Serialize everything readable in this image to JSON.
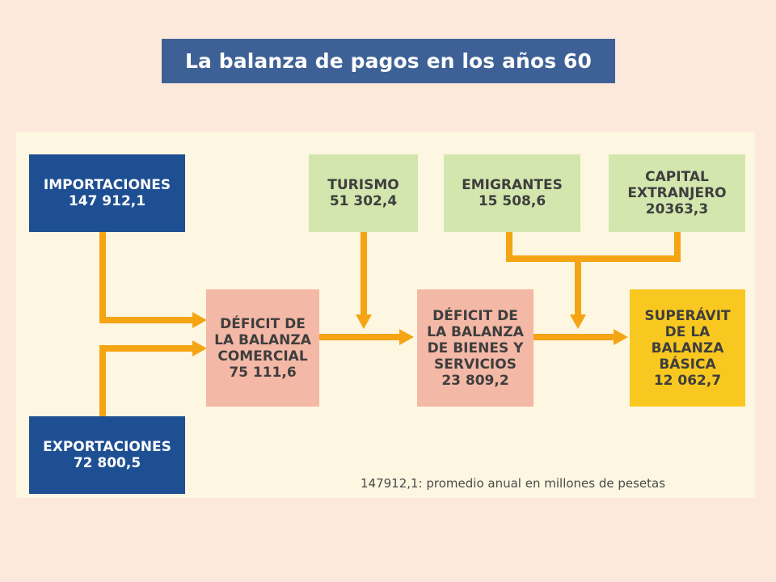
{
  "title": "La balanza de pagos en los años 60",
  "nodes": {
    "importaciones": {
      "label": "IMPORTACIONES",
      "value": "147 912,1"
    },
    "exportaciones": {
      "label": "EXPORTACIONES",
      "value": "72 800,5"
    },
    "turismo": {
      "label": "TURISMO",
      "value": "51 302,4"
    },
    "emigrantes": {
      "label": "EMIGRANTES",
      "value": "15 508,6"
    },
    "capital": {
      "line1": "CAPITAL",
      "line2": "EXTRANJERO",
      "value": "20363,3"
    },
    "deficit_comercial": {
      "line1": "DÉFICIT DE",
      "line2": "LA BALANZA",
      "line3": "COMERCIAL",
      "value": "75 111,6"
    },
    "deficit_bienes": {
      "line1": "DÉFICIT DE",
      "line2": "LA BALANZA",
      "line3": "DE BIENES Y",
      "line4": "SERVICIOS",
      "value": "23 809,2"
    },
    "superavit": {
      "line1": "SUPERÁVIT",
      "line2": "DE LA",
      "line3": "BALANZA",
      "line4": "BÁSICA",
      "value": "12 062,7"
    }
  },
  "note": "147912,1: promedio anual en millones de pesetas",
  "colors": {
    "background": "#fce9dc",
    "title_bg": "#3d6196",
    "panel_bg": "#fdf6e1",
    "blue_box": "#1e4f93",
    "green_box": "#d2e6ae",
    "pink_box": "#f4b8a6",
    "yellow_box": "#f8c820",
    "arrow": "#f5a413"
  }
}
